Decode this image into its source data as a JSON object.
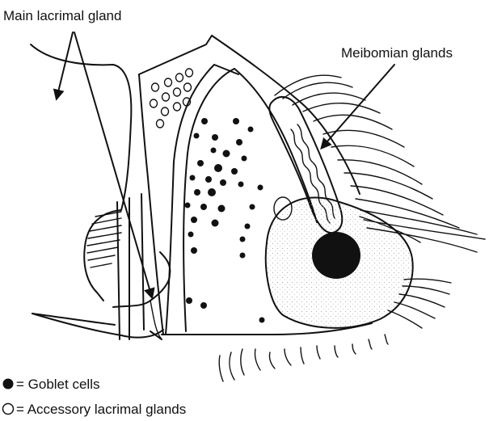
{
  "labels": {
    "main_lacrimal_gland": "Main lacrimal gland",
    "meibomian_glands": "Meibomian glands"
  },
  "legend": {
    "goblet": "= Goblet cells",
    "accessory": "= Accessory lacrimal glands"
  },
  "colors": {
    "ink": "#111111",
    "iris_stipple": "#9a9a9a",
    "background": "#ffffff"
  }
}
